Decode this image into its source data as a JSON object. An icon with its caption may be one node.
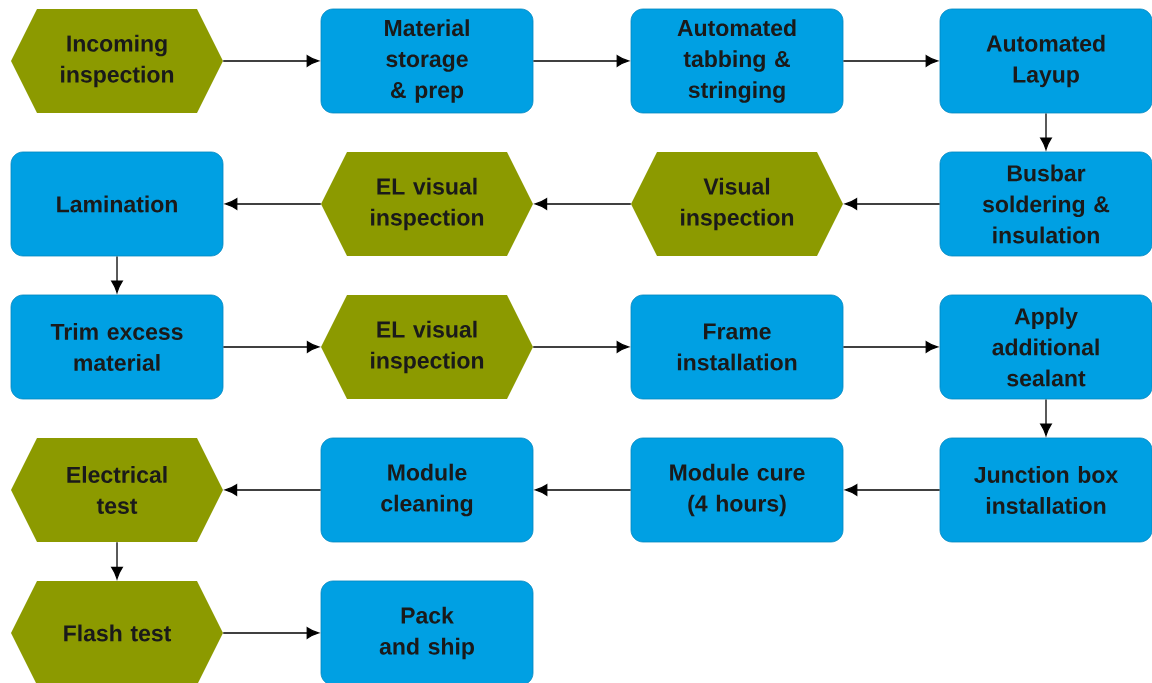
{
  "diagram": {
    "nodes": [
      {
        "text": [
          "Incoming inspection"
        ]
      },
      {
        "text": [
          "Material storage & prep"
        ]
      },
      {
        "text": [
          "Automated tabbing & stringing"
        ]
      },
      {
        "text": [
          "Automated Layup"
        ]
      },
      {
        "text": [
          "Busbar soldering & insulation"
        ]
      },
      {
        "text": [
          "Visual inspection"
        ]
      },
      {
        "text": [
          "EL visual inspection"
        ]
      },
      {
        "text": [
          "Lamination"
        ]
      },
      {
        "text": [
          "Trim excess material"
        ]
      },
      {
        "text": [
          "EL visual inspection"
        ]
      },
      {
        "text": [
          "Frame installation"
        ]
      },
      {
        "text": [
          "Apply additional sealant"
        ]
      },
      {
        "text": [
          "Junction box installation"
        ]
      },
      {
        "text": [
          "Module cure (4 hours)"
        ]
      },
      {
        "text": [
          "Module cleaning"
        ]
      },
      {
        "text": [
          "Electrical test"
        ]
      },
      {
        "text": [
          "Flash test"
        ]
      },
      {
        "text": [
          "Pack and ship"
        ]
      }
    ],
    "edges": [
      {
        "from": 0,
        "to": 1,
        "arrow": "to"
      },
      {
        "from": 1,
        "to": 2,
        "arrow": "to"
      },
      {
        "from": 2,
        "to": 3,
        "arrow": "to"
      },
      {
        "from": 3,
        "to": 4,
        "arrow": "to"
      },
      {
        "from": 4,
        "to": 5,
        "arrow": "to"
      },
      {
        "from": 5,
        "to": 6,
        "arrow": "to"
      },
      {
        "from": 6,
        "to": 7,
        "arrow": "to"
      },
      {
        "from": 7,
        "to": 8,
        "arrow": "to"
      },
      {
        "from": 8,
        "to": 9,
        "arrow": "to"
      },
      {
        "from": 9,
        "to": 10,
        "arrow": "to"
      },
      {
        "from": 10,
        "to": 11,
        "arrow": "to"
      },
      {
        "from": 11,
        "to": 12,
        "arrow": "to"
      },
      {
        "from": 12,
        "to": 13,
        "arrow": "to"
      },
      {
        "from": 13,
        "to": 14,
        "arrow": "to"
      },
      {
        "from": 14,
        "to": 15,
        "arrow": "to"
      },
      {
        "from": 15,
        "to": 16,
        "arrow": "to"
      },
      {
        "from": 16,
        "to": 17,
        "arrow": "to"
      }
    ]
  }
}
